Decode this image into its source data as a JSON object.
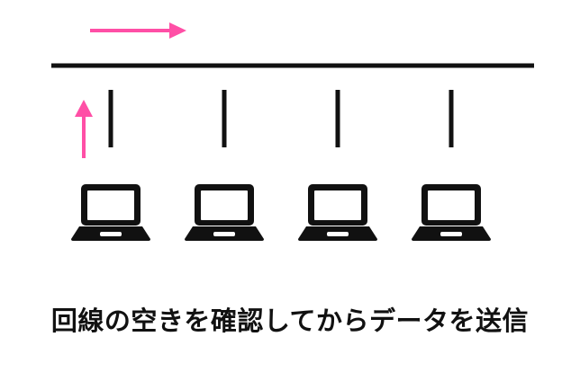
{
  "caption": "回線の空きを確認してからデータを送信",
  "colors": {
    "bus_line": "#111111",
    "drop_line": "#111111",
    "laptop": "#111111",
    "arrow": "#ff4fa6",
    "background": "#ffffff"
  },
  "devices": [
    {
      "icon": "laptop-icon"
    },
    {
      "icon": "laptop-icon"
    },
    {
      "icon": "laptop-icon"
    },
    {
      "icon": "laptop-icon"
    }
  ],
  "arrows": [
    {
      "direction": "right",
      "icon": "arrow-right-icon"
    },
    {
      "direction": "up",
      "icon": "arrow-up-icon"
    }
  ]
}
